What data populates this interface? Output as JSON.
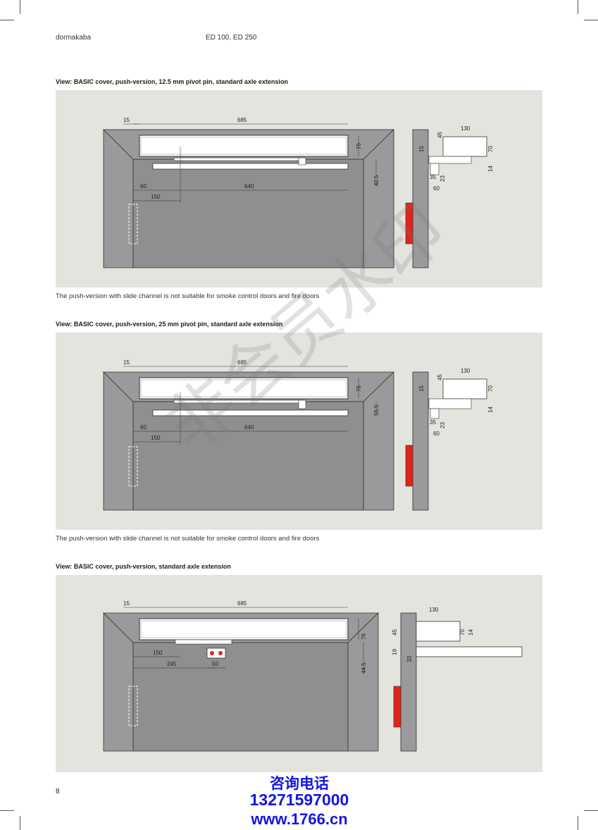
{
  "header": {
    "brand": "dormakaba",
    "product": "ED 100, ED 250"
  },
  "views": [
    {
      "caption": "View: BASIC cover, push-version, 12.5 mm pivot pin, standard axle extension",
      "note": "The push-version with slide channel is not suitable for smoke control doors and fire doors",
      "dims": {
        "d15": "15",
        "d685": "685",
        "d76": "76",
        "d60": "60",
        "d640": "640",
        "d150": "150",
        "dv": "42.5",
        "s130": "130",
        "s45": "45",
        "s15": "15",
        "s70": "70",
        "s14": "14",
        "s35": "35",
        "s23": "23",
        "s60": "60"
      }
    },
    {
      "caption": "View: BASIC cover, push-version, 25 mm pivot pin, standard axle extension",
      "note": "The push-version with slide channel is not suitable for smoke control doors and fire doors",
      "dims": {
        "d15": "15",
        "d685": "685",
        "d76": "76",
        "d60": "60",
        "d640": "640",
        "d150": "150",
        "dv": "55.5",
        "s130": "130",
        "s45": "45",
        "s15": "15",
        "s70": "70",
        "s14": "14",
        "s35": "35",
        "s23": "23",
        "s60": "60"
      }
    },
    {
      "caption": "View: BASIC cover, push-version, standard axle extension",
      "dims": {
        "d15": "15",
        "d685": "685",
        "d76": "76",
        "d150": "150",
        "d245": "245",
        "d50": "50",
        "dv": "44.5",
        "s130": "130",
        "s45": "45",
        "s19": "19",
        "s70": "70",
        "s14": "14",
        "s33": "33"
      }
    }
  ],
  "page_number": "8",
  "watermark": "非会员水印",
  "promo": {
    "line1": "咨询电话",
    "line2": "13271597000",
    "line3": "www.1766.cn"
  },
  "colors": {
    "panel": "#e4e4df",
    "wall": "#9a9a9c",
    "door": "#8f8f91",
    "hinge_red": "#e2231a",
    "promo_blue": "#1515e0"
  }
}
